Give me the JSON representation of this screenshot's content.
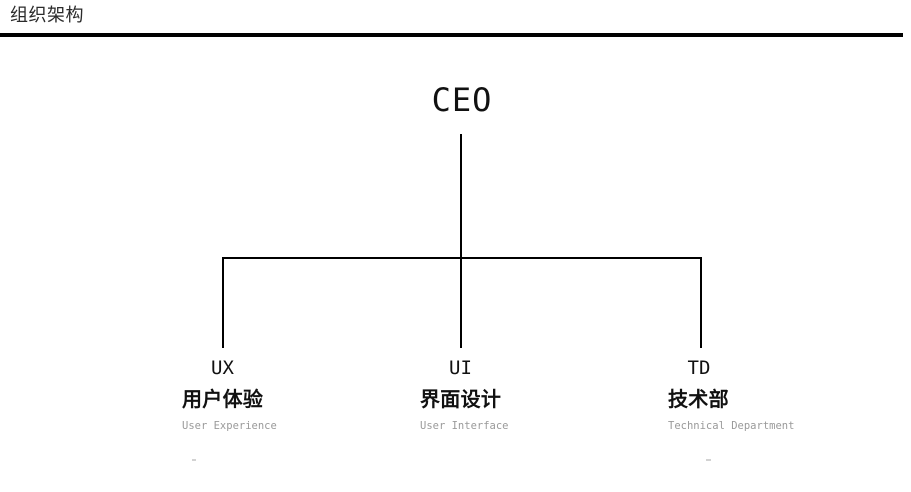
{
  "header": {
    "title": "组织架构"
  },
  "org_chart": {
    "root": {
      "label": "CEO"
    },
    "departments": [
      {
        "acronym": "UX",
        "name_zh": "用户体验",
        "name_en": "User Experience"
      },
      {
        "acronym": "UI",
        "name_zh": "界面设计",
        "name_en": "User Interface"
      },
      {
        "acronym": "TD",
        "name_zh": "技术部",
        "name_en": "Technical Department"
      }
    ]
  },
  "colors": {
    "line": "#000000",
    "text_primary": "#111111",
    "text_secondary": "#9a9a9a",
    "rule": "#000000"
  }
}
